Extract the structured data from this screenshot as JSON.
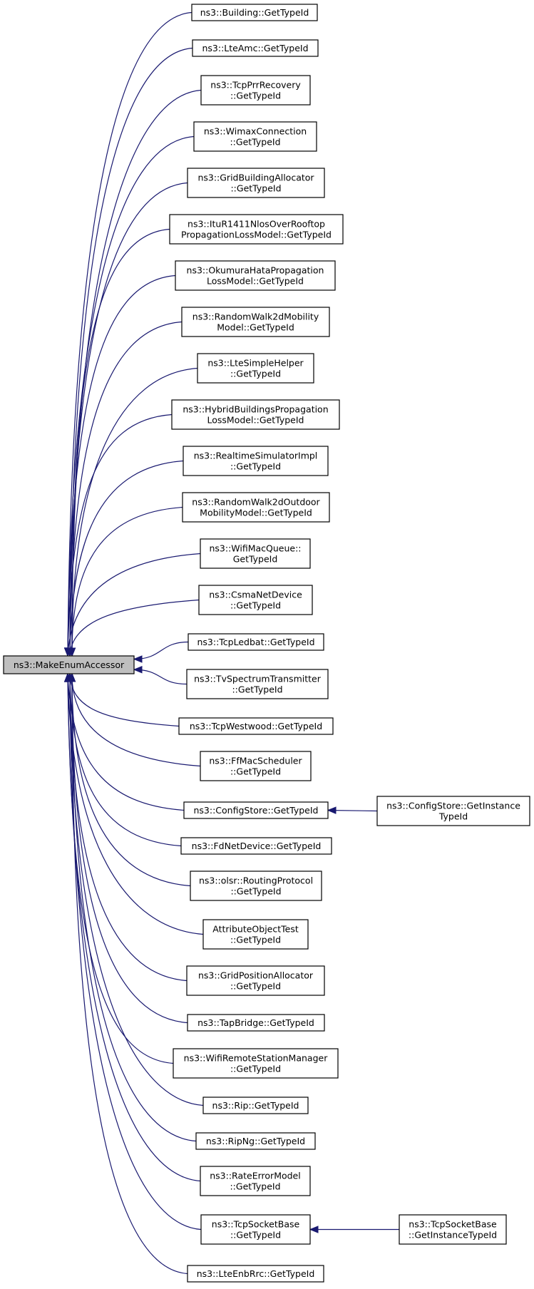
{
  "root": {
    "label": "ns3::MakeEnumAccessor"
  },
  "callers": [
    {
      "lines": [
        "ns3::Building::GetTypeId"
      ]
    },
    {
      "lines": [
        "ns3::LteAmc::GetTypeId"
      ]
    },
    {
      "lines": [
        "ns3::TcpPrrRecovery",
        "::GetTypeId"
      ]
    },
    {
      "lines": [
        "ns3::WimaxConnection",
        "::GetTypeId"
      ]
    },
    {
      "lines": [
        "ns3::GridBuildingAllocator",
        "::GetTypeId"
      ]
    },
    {
      "lines": [
        "ns3::ItuR1411NlosOverRooftop",
        "PropagationLossModel::GetTypeId"
      ]
    },
    {
      "lines": [
        "ns3::OkumuraHataPropagation",
        "LossModel::GetTypeId"
      ]
    },
    {
      "lines": [
        "ns3::RandomWalk2dMobility",
        "Model::GetTypeId"
      ]
    },
    {
      "lines": [
        "ns3::LteSimpleHelper",
        "::GetTypeId"
      ]
    },
    {
      "lines": [
        "ns3::HybridBuildingsPropagation",
        "LossModel::GetTypeId"
      ]
    },
    {
      "lines": [
        "ns3::RealtimeSimulatorImpl",
        "::GetTypeId"
      ]
    },
    {
      "lines": [
        "ns3::RandomWalk2dOutdoor",
        "MobilityModel::GetTypeId"
      ]
    },
    {
      "lines": [
        "ns3::WifiMacQueue::",
        "GetTypeId"
      ]
    },
    {
      "lines": [
        "ns3::CsmaNetDevice",
        "::GetTypeId"
      ]
    },
    {
      "lines": [
        "ns3::TcpLedbat::GetTypeId"
      ]
    },
    {
      "lines": [
        "ns3::TvSpectrumTransmitter",
        "::GetTypeId"
      ]
    },
    {
      "lines": [
        "ns3::TcpWestwood::GetTypeId"
      ]
    },
    {
      "lines": [
        "ns3::FfMacScheduler",
        "::GetTypeId"
      ]
    },
    {
      "lines": [
        "ns3::ConfigStore::GetTypeId"
      ]
    },
    {
      "lines": [
        "ns3::FdNetDevice::GetTypeId"
      ]
    },
    {
      "lines": [
        "ns3::olsr::RoutingProtocol",
        "::GetTypeId"
      ]
    },
    {
      "lines": [
        "AttributeObjectTest",
        "::GetTypeId"
      ]
    },
    {
      "lines": [
        "ns3::GridPositionAllocator",
        "::GetTypeId"
      ]
    },
    {
      "lines": [
        "ns3::TapBridge::GetTypeId"
      ]
    },
    {
      "lines": [
        "ns3::WifiRemoteStationManager",
        "::GetTypeId"
      ]
    },
    {
      "lines": [
        "ns3::Rip::GetTypeId"
      ]
    },
    {
      "lines": [
        "ns3::RipNg::GetTypeId"
      ]
    },
    {
      "lines": [
        "ns3::RateErrorModel",
        "::GetTypeId"
      ]
    },
    {
      "lines": [
        "ns3::TcpSocketBase",
        "::GetTypeId"
      ]
    },
    {
      "lines": [
        "ns3::LteEnbRrc::GetTypeId"
      ]
    }
  ],
  "second_level": [
    {
      "from": 18,
      "lines": [
        "ns3::ConfigStore::GetInstance",
        "TypeId"
      ]
    },
    {
      "from": 28,
      "lines": [
        "ns3::TcpSocketBase",
        "::GetInstanceTypeId"
      ]
    }
  ],
  "colors": {
    "edge": "#191970",
    "root_fill": "#bfbfbf",
    "node_fill": "#ffffff",
    "node_border": "#000000"
  }
}
